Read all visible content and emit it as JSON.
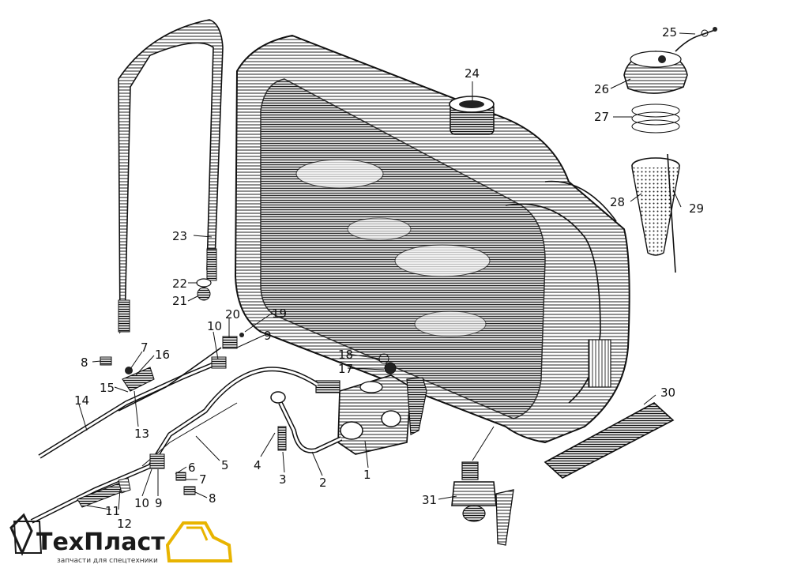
{
  "callouts": [
    "1",
    "2",
    "3",
    "4",
    "5",
    "6",
    "7",
    "8",
    "9",
    "10",
    "11",
    "12",
    "13",
    "14",
    "15",
    "16",
    "17",
    "18",
    "19",
    "20",
    "21",
    "22",
    "23",
    "24",
    "25",
    "26",
    "27",
    "28",
    "29",
    "30",
    "31"
  ],
  "logo": {
    "name": "ТехПласт",
    "tagline": "запчасти для спецтехники",
    "accent": "#e8b400"
  }
}
